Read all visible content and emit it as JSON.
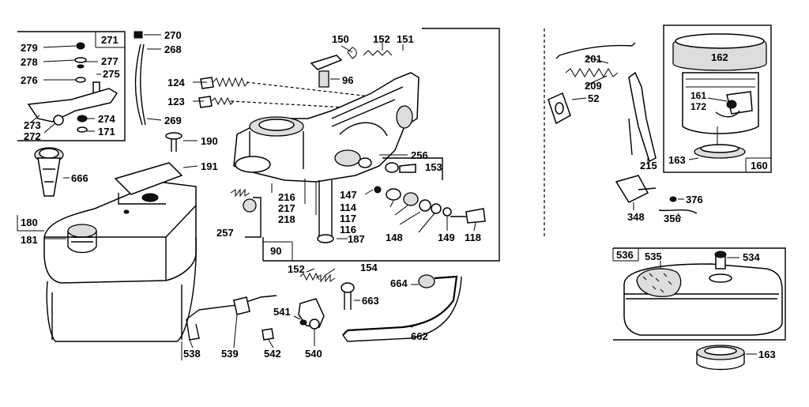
{
  "labels": {
    "p279": "279",
    "p278": "278",
    "p277": "277",
    "p276": "276",
    "p275": "275",
    "p271": "271",
    "p273": "273",
    "p272": "272",
    "p274": "274",
    "p171": "171",
    "p270": "270",
    "p268": "268",
    "p269": "269",
    "p666": "666",
    "p180": "180",
    "p181": "181",
    "p190": "190",
    "p191": "191",
    "p150": "150",
    "p152a": "152",
    "p151": "151",
    "p96": "96",
    "p124": "124",
    "p123": "123",
    "p256": "256",
    "p153": "153",
    "p216": "216",
    "p217": "217",
    "p218": "218",
    "p147": "147",
    "p114": "114",
    "p117": "117",
    "p116": "116",
    "p148": "148",
    "p149": "149",
    "p118": "118",
    "p187": "187",
    "p90": "90",
    "p257": "257",
    "p152b": "152",
    "p154": "154",
    "p664": "664",
    "p663": "663",
    "p541": "541",
    "p538": "538",
    "p539": "539",
    "p542": "542",
    "p540": "540",
    "p662": "662",
    "p201": "201",
    "p209": "209",
    "p52": "52",
    "p215": "215",
    "p348": "348",
    "p376": "376",
    "p356": "356",
    "p162": "162",
    "p161": "161",
    "p172": "172",
    "p163a": "163",
    "p160": "160",
    "p536": "536",
    "p535": "535",
    "p534": "534",
    "p163b": "163"
  }
}
